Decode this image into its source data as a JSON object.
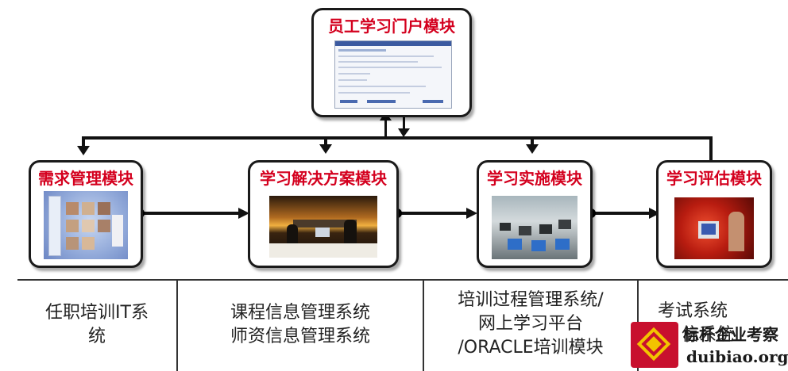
{
  "modules": {
    "portal": "员工学习门户模块",
    "needs": "需求管理模块",
    "solution": "学习解决方案模块",
    "implement": "学习实施模块",
    "evaluate": "学习评估模块"
  },
  "systems": {
    "col1": [
      "任职培训IT系",
      "统"
    ],
    "col2": [
      "课程信息管理系统",
      "师资信息管理系统"
    ],
    "col3": [
      "培训过程管理系统/",
      "网上学习平台",
      "/ORACLE培训模块"
    ],
    "col4": [
      "考试系统",
      "信系统"
    ]
  },
  "watermark": {
    "name": "标杆企业考察",
    "url": "duibiao.org"
  },
  "colors": {
    "title_red": "#d4001e",
    "watermark_red": "#c8102e"
  }
}
